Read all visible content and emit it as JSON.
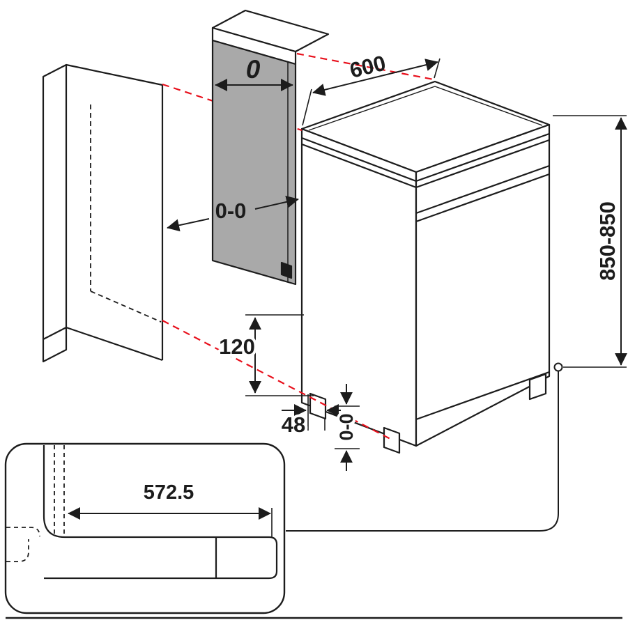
{
  "diagram": {
    "type": "installation-dimension-drawing",
    "subject": "Freestanding appliance niche installation dimensions with plinth detail inset",
    "labels": {
      "panel_thickness": "0",
      "appliance_width": "600",
      "side_clearance": "0-0",
      "plinth_height": "120",
      "foot_inset": "48",
      "foot_adjustment": "0-0",
      "appliance_height": "850-850",
      "detail_depth": "572.5"
    },
    "colors": {
      "line": "#1c1c1c",
      "projection_red": "#e8101c",
      "panel_gray": "#a9a9a9",
      "background": "#ffffff"
    }
  }
}
